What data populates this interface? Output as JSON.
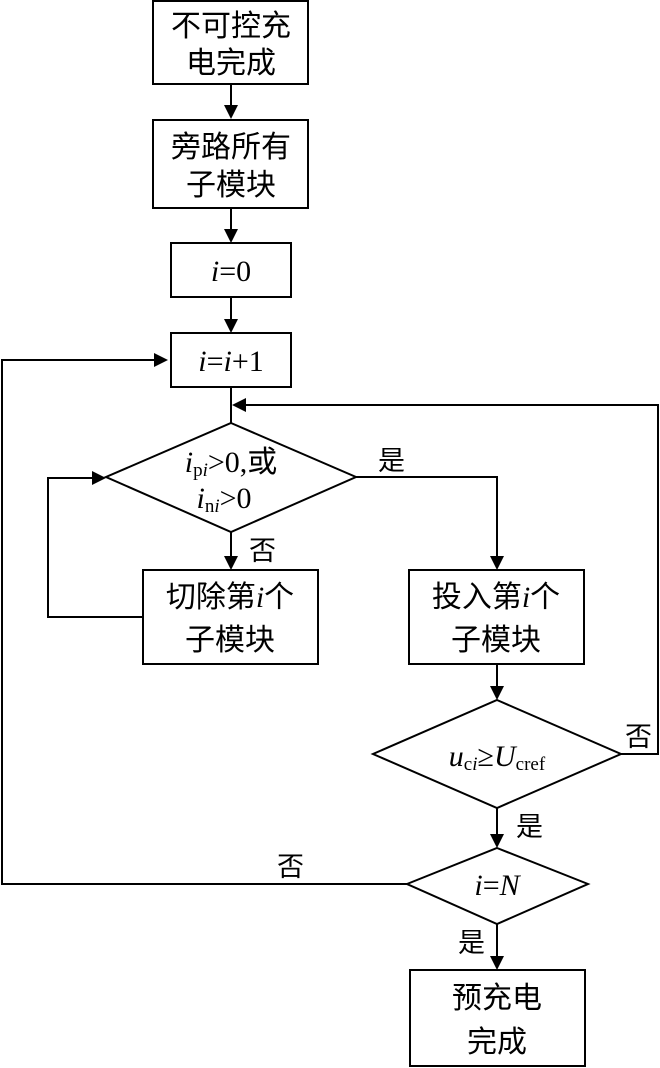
{
  "diagram": {
    "type": "flowchart",
    "nodes": {
      "start": {
        "lines": [
          "不可控充",
          "电完成"
        ]
      },
      "bypass": {
        "lines": [
          "旁路所有",
          "子模块"
        ]
      },
      "init": {
        "var": "i",
        "eq": "=0"
      },
      "increment": {
        "var": "i",
        "eq": "=",
        "var2": "i",
        "rest": "+1"
      },
      "current_check": {
        "line1": {
          "var": "i",
          "sub": "p",
          "subvar": "i",
          "rest": ">0,或"
        },
        "line2": {
          "var": "i",
          "sub": "n",
          "subvar": "i",
          "rest": ">0"
        }
      },
      "remove": {
        "line1_pre": "切除第",
        "line1_var": "i",
        "line1_post": "个",
        "line2": "子模块"
      },
      "insert": {
        "line1_pre": "投入第",
        "line1_var": "i",
        "line1_post": "个",
        "line2": "子模块"
      },
      "voltage_check": {
        "var": "u",
        "sub": "c",
        "subvar": "i",
        "op": "≥",
        "var2": "U",
        "sub2": "cref"
      },
      "count_check": {
        "var": "i",
        "eq": "=",
        "var2": "N"
      },
      "end": {
        "lines": [
          "预充电",
          "完成"
        ]
      }
    },
    "edge_labels": {
      "current_yes": "是",
      "current_no": "否",
      "voltage_no": "否",
      "voltage_yes": "是",
      "count_no": "否",
      "count_yes": "是"
    }
  }
}
